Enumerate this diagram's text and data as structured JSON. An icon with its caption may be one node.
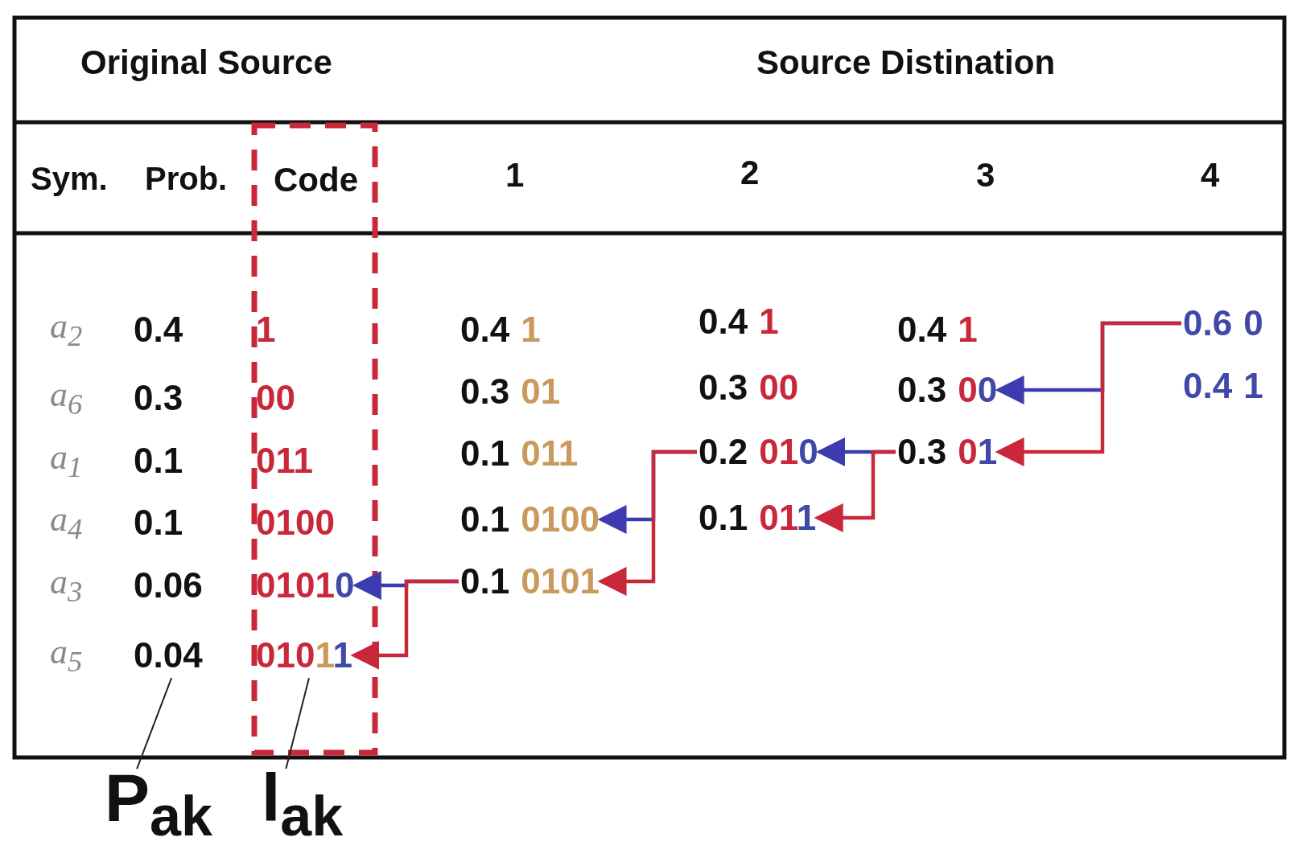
{
  "diagram": {
    "nodes": [
      {
        "text": [
          "Code"
        ]
      },
      {
        "text": [
          "1"
        ],
        "in": 0
      },
      {
        "text": [
          "00"
        ],
        "in": 0
      },
      {
        "text": [
          "011"
        ],
        "in": 0
      },
      {
        "text": [
          "0100"
        ],
        "in": 0
      },
      {
        "text": [
          "01010"
        ],
        "in": 0
      },
      {
        "text": [
          "01011"
        ],
        "in": 0
      },
      {
        "text": [
          "0.4"
        ]
      },
      {
        "text": [
          "0.3"
        ]
      },
      {
        "text": [
          "0.1"
        ]
      },
      {
        "text": [
          "0.1"
        ]
      },
      {
        "text": [
          "0.06"
        ]
      },
      {
        "text": [
          "0.04"
        ]
      },
      {
        "text": [
          "0.4",
          "1"
        ]
      },
      {
        "text": [
          "0.3",
          "01"
        ]
      },
      {
        "text": [
          "0.1",
          "011"
        ]
      },
      {
        "text": [
          "0.1",
          "0100"
        ]
      },
      {
        "text": [
          "0.1",
          "0101"
        ]
      },
      {
        "text": [
          "0.4",
          "1"
        ]
      },
      {
        "text": [
          "0.3",
          "00"
        ]
      },
      {
        "text": [
          "0.2",
          "010"
        ]
      },
      {
        "text": [
          "0.1",
          "011"
        ]
      },
      {
        "text": [
          "0.4",
          "1"
        ]
      },
      {
        "text": [
          "0.3",
          "00"
        ]
      },
      {
        "text": [
          "0.3",
          "01"
        ]
      },
      {
        "text": [
          "0.6",
          "0"
        ]
      },
      {
        "text": [
          "0.4",
          "1"
        ]
      },
      {
        "text": [
          "P$_{ak}$"
        ]
      },
      {
        "text": [
          "l$_{ak}$"
        ]
      }
    ],
    "edges": [
      {
        "from": 17,
        "to": 5,
        "arrow": "to",
        "color": "#3c3cb0"
      },
      {
        "from": 17,
        "to": 6,
        "arrow": "to",
        "color": "#c8283a"
      },
      {
        "from": 20,
        "to": 16,
        "arrow": "to",
        "color": "#3c3cb0"
      },
      {
        "from": 20,
        "to": 17,
        "arrow": "to",
        "color": "#c8283a"
      },
      {
        "from": 24,
        "to": 20,
        "arrow": "to",
        "color": "#3c3cb0"
      },
      {
        "from": 24,
        "to": 21,
        "arrow": "to",
        "color": "#c8283a"
      },
      {
        "from": 25,
        "to": 23,
        "arrow": "to",
        "color": "#3c3cb0"
      },
      {
        "from": 25,
        "to": 24,
        "arrow": "to",
        "color": "#c8283a"
      },
      {
        "from": 27,
        "to": 12,
        "arrow": "none",
        "color": "#222222"
      },
      {
        "from": 28,
        "to": 6,
        "arrow": "none",
        "color": "#222222"
      }
    ],
    "labels": [
      "Original Source",
      "Source Distination",
      "Sym.",
      "Prob.",
      "1",
      "2",
      "3",
      "4",
      "a$_{2}$",
      "a$_{6}$",
      "a$_{1}$",
      "a$_{4}$",
      "a$_{3}$",
      "a$_{5}$"
    ]
  }
}
